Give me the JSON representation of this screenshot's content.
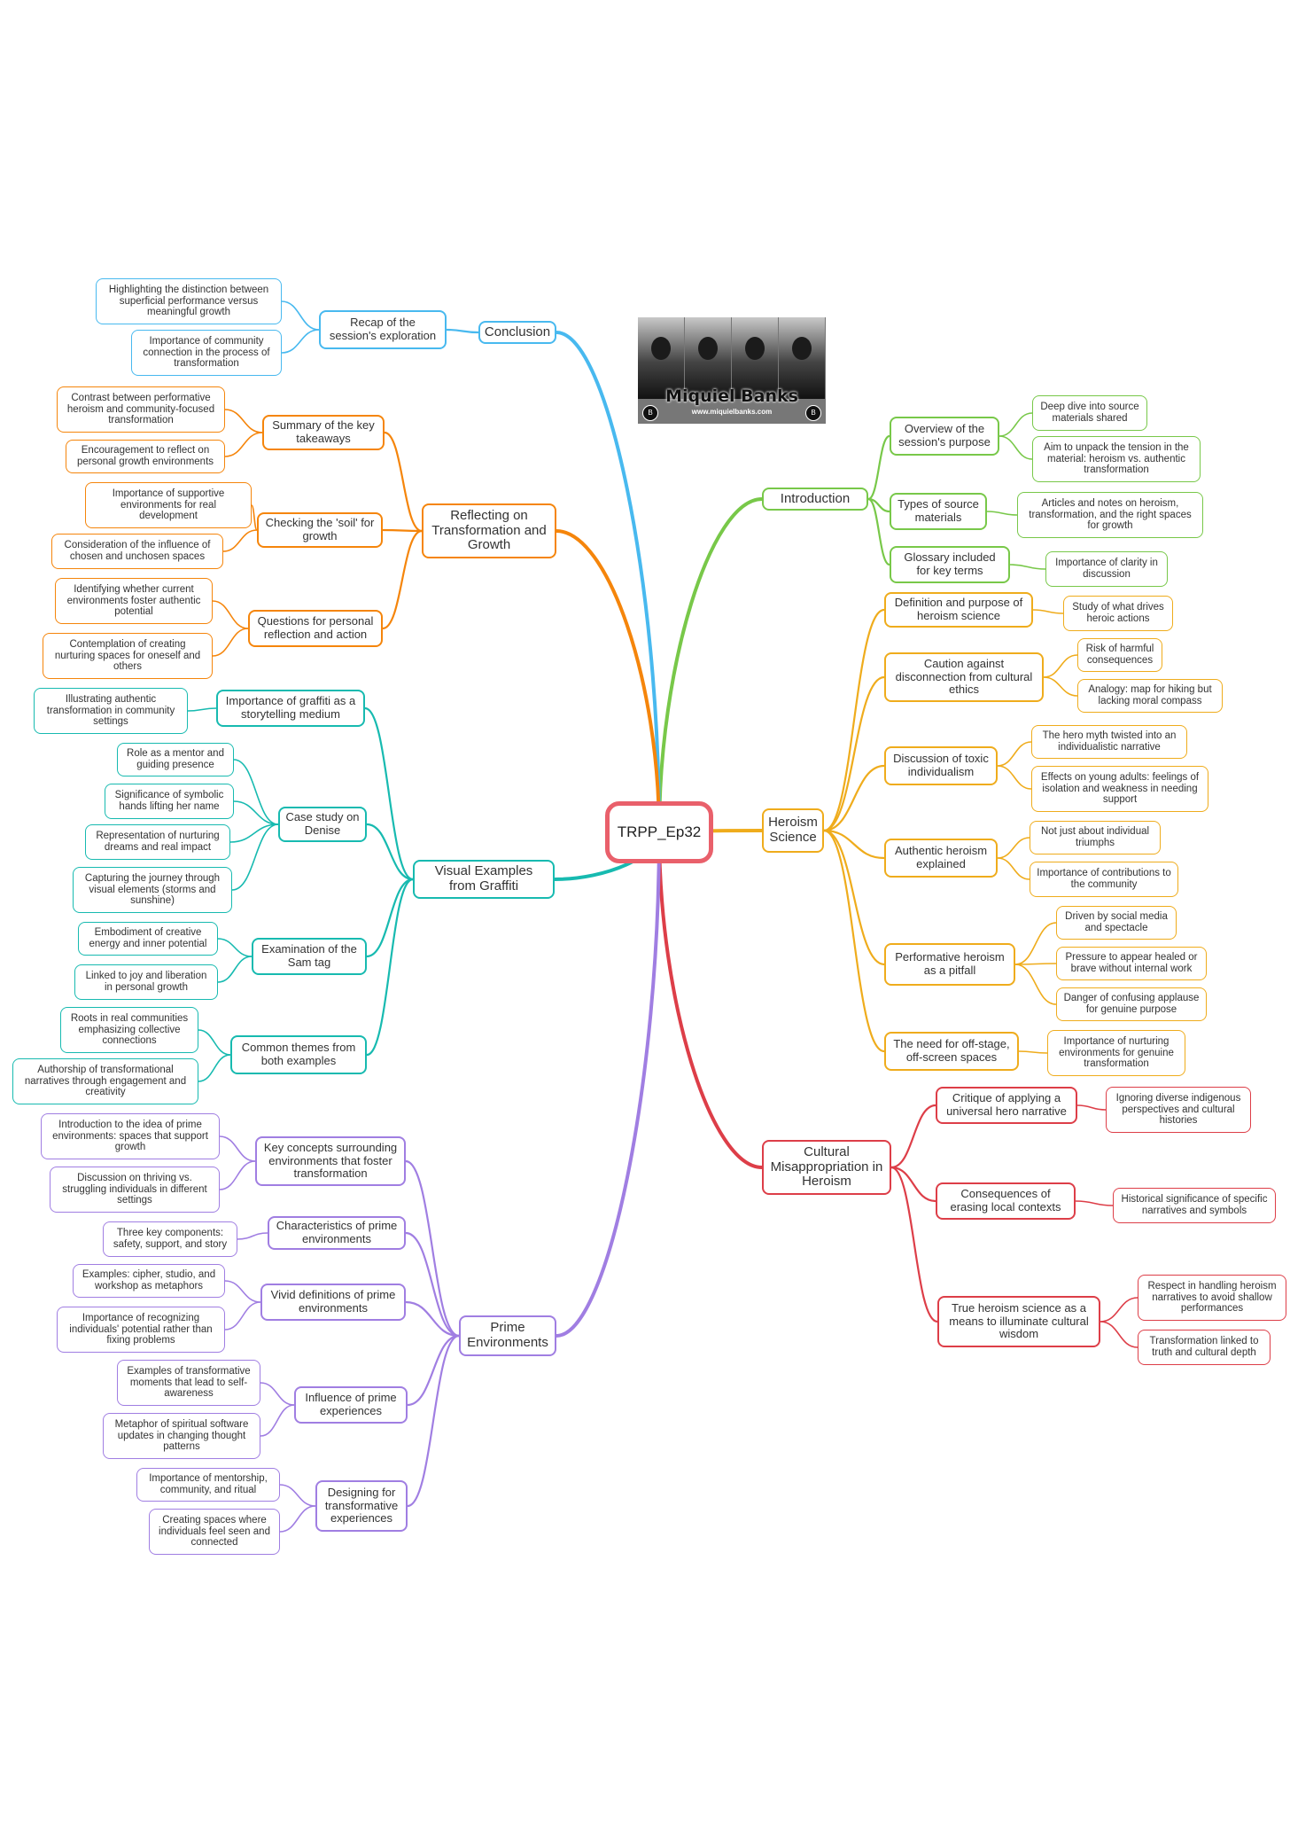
{
  "root": "TRPP_Ep32",
  "branding": {
    "name": "Miquiel Banks",
    "url": "www.miquielbanks.com",
    "logo_icon": "circle-logo-icon"
  },
  "colors": {
    "root": "#e9606b",
    "introduction": "#78c849",
    "heroism": "#efac1c",
    "cultural": "#dd3e48",
    "prime": "#a07ee2",
    "graffiti": "#17bab0",
    "reflecting": "#f5850b",
    "conclusion": "#48b9ef"
  },
  "branches": {
    "introduction": {
      "label": "Introduction",
      "children": [
        {
          "label": "Overview of the session's purpose",
          "children": [
            "Deep dive into source materials shared",
            "Aim to unpack the tension in the material: heroism vs. authentic transformation"
          ]
        },
        {
          "label": "Types of source materials",
          "children": [
            "Articles and notes on heroism, transformation, and the right spaces for growth"
          ]
        },
        {
          "label": "Glossary included for key terms",
          "children": [
            "Importance of clarity in discussion"
          ]
        }
      ]
    },
    "heroism": {
      "label": "Heroism Science",
      "children": [
        {
          "label": "Definition and purpose of heroism science",
          "children": [
            "Study of what drives heroic actions"
          ]
        },
        {
          "label": "Caution against disconnection from cultural ethics",
          "children": [
            "Risk of harmful consequences",
            "Analogy: map for hiking but lacking moral compass"
          ]
        },
        {
          "label": "Discussion of toxic individualism",
          "children": [
            "The hero myth twisted into an individualistic narrative",
            "Effects on young adults: feelings of isolation and weakness in needing support"
          ]
        },
        {
          "label": "Authentic heroism explained",
          "children": [
            "Not just about individual triumphs",
            "Importance of contributions to the community"
          ]
        },
        {
          "label": "Performative heroism as a pitfall",
          "children": [
            "Driven by social media and spectacle",
            "Pressure to appear healed or brave without internal work",
            "Danger of confusing applause for genuine purpose"
          ]
        },
        {
          "label": "The need for off-stage, off-screen spaces",
          "children": [
            "Importance of nurturing environments for genuine transformation"
          ]
        }
      ]
    },
    "cultural": {
      "label": "Cultural Misappropriation in Heroism",
      "children": [
        {
          "label": "Critique of applying a universal hero narrative",
          "children": [
            "Ignoring diverse indigenous perspectives and cultural histories"
          ]
        },
        {
          "label": "Consequences of erasing local contexts",
          "children": [
            "Historical significance of specific narratives and symbols"
          ]
        },
        {
          "label": "True heroism science as a means to illuminate cultural wisdom",
          "children": [
            "Respect in handling heroism narratives to avoid shallow performances",
            "Transformation linked to truth and cultural depth"
          ]
        }
      ]
    },
    "conclusion": {
      "label": "Conclusion",
      "children": [
        {
          "label": "Recap of the session's exploration",
          "children": [
            "Highlighting the distinction between superficial performance versus meaningful growth",
            "Importance of community connection in the process of transformation"
          ]
        }
      ]
    },
    "reflecting": {
      "label": "Reflecting on Transformation and Growth",
      "children": [
        {
          "label": "Summary of the key takeaways",
          "children": [
            "Contrast between performative heroism and community-focused transformation",
            "Encouragement to reflect on personal growth environments"
          ]
        },
        {
          "label": "Checking the 'soil' for growth",
          "children": [
            "Importance of supportive environments for real development",
            "Consideration of the influence of chosen and unchosen spaces"
          ]
        },
        {
          "label": "Questions for personal reflection and action",
          "children": [
            "Identifying whether current environments foster authentic potential",
            "Contemplation of creating nurturing spaces for oneself and others"
          ]
        }
      ]
    },
    "graffiti": {
      "label": "Visual Examples from Graffiti",
      "children": [
        {
          "label": "Importance of graffiti as a storytelling medium",
          "children": [
            "Illustrating authentic transformation in community settings"
          ]
        },
        {
          "label": "Case study on Denise",
          "children": [
            "Role as a mentor and guiding presence",
            "Significance of symbolic hands lifting her name",
            "Representation of nurturing dreams and real impact",
            "Capturing the journey through visual elements (storms and sunshine)"
          ]
        },
        {
          "label": "Examination of the Sam tag",
          "children": [
            "Embodiment of creative energy and inner potential",
            "Linked to joy and liberation in personal growth"
          ]
        },
        {
          "label": "Common themes from both examples",
          "children": [
            "Roots in real communities emphasizing collective connections",
            "Authorship of transformational narratives through engagement and creativity"
          ]
        }
      ]
    },
    "prime": {
      "label": "Prime Environments",
      "children": [
        {
          "label": "Key concepts surrounding environments that foster transformation",
          "children": [
            "Introduction to the idea of prime environments: spaces that support growth",
            "Discussion on thriving vs. struggling individuals in different settings"
          ]
        },
        {
          "label": "Characteristics of prime environments",
          "children": [
            "Three key components: safety, support, and story"
          ]
        },
        {
          "label": "Vivid definitions of prime environments",
          "children": [
            "Examples: cipher, studio, and workshop as metaphors",
            "Importance of recognizing individuals' potential rather than fixing problems"
          ]
        },
        {
          "label": "Influence of prime experiences",
          "children": [
            "Examples of transformative moments that lead to self-awareness",
            "Metaphor of spiritual software updates in changing thought patterns"
          ]
        },
        {
          "label": "Designing for transformative experiences",
          "children": [
            "Importance of mentorship, community, and ritual",
            "Creating spaces where individuals feel seen and connected"
          ]
        }
      ]
    }
  }
}
